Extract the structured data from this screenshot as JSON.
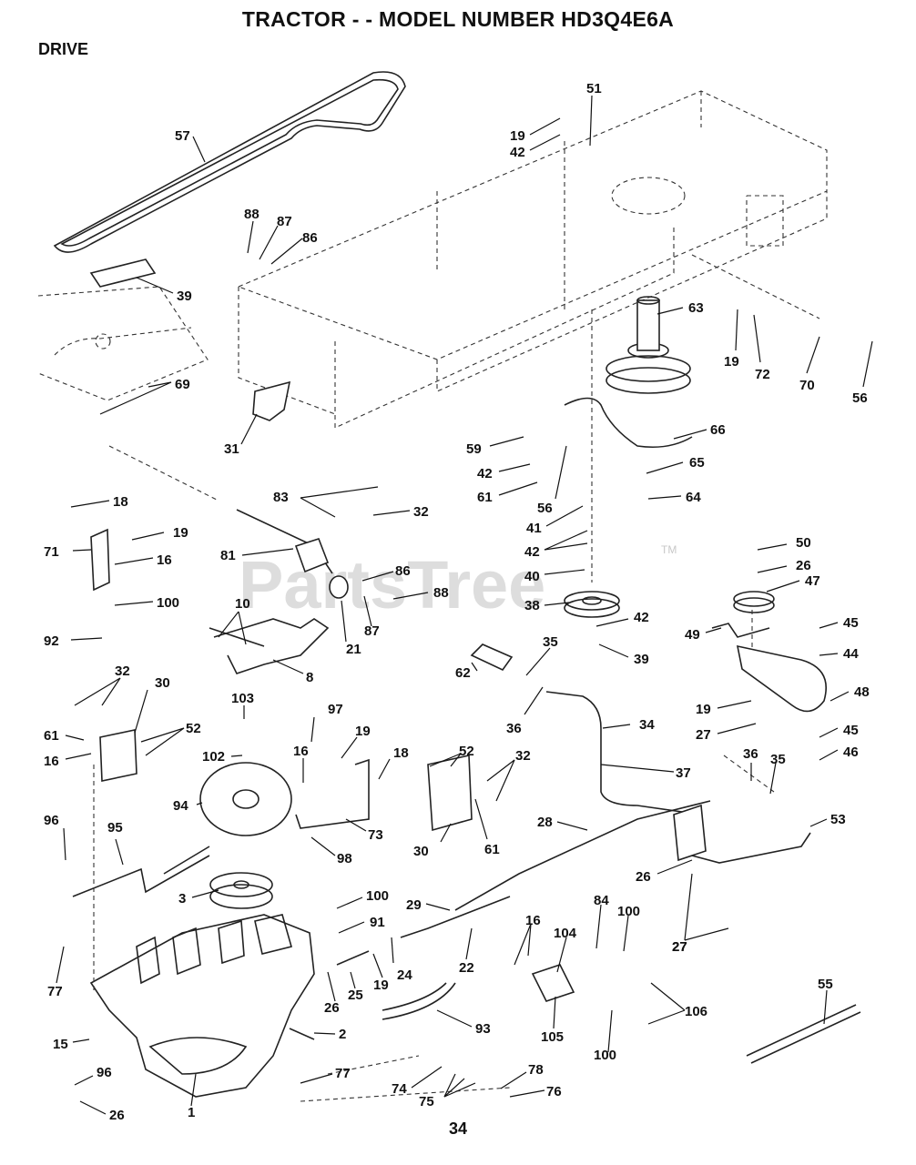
{
  "header": {
    "title": "TRACTOR - - MODEL NUMBER HD3Q4E6A",
    "section": "DRIVE"
  },
  "footer": {
    "page_number": "34"
  },
  "watermark": {
    "text": "PartsTree",
    "tm": "TM"
  },
  "callouts": [
    "57",
    "51",
    "19",
    "42",
    "88",
    "87",
    "86",
    "39",
    "69",
    "31",
    "63",
    "19",
    "72",
    "70",
    "56",
    "66",
    "59",
    "42",
    "61",
    "56",
    "65",
    "64",
    "41",
    "42",
    "40",
    "38",
    "42",
    "39",
    "18",
    "19",
    "71",
    "16",
    "100",
    "92",
    "83",
    "32",
    "81",
    "86",
    "88",
    "87",
    "10",
    "21",
    "8",
    "50",
    "26",
    "47",
    "49",
    "45",
    "44",
    "48",
    "19",
    "27",
    "45",
    "46",
    "32",
    "30",
    "52",
    "61",
    "16",
    "103",
    "102",
    "97",
    "19",
    "18",
    "16",
    "94",
    "73",
    "98",
    "62",
    "35",
    "36",
    "34",
    "52",
    "32",
    "30",
    "61",
    "37",
    "36",
    "35",
    "96",
    "95",
    "3",
    "28",
    "53",
    "26",
    "27",
    "29",
    "100",
    "91",
    "24",
    "19",
    "25",
    "26",
    "22",
    "84",
    "100",
    "16",
    "104",
    "77",
    "15",
    "2",
    "93",
    "105",
    "100",
    "106",
    "27",
    "55",
    "96",
    "26",
    "1",
    "77",
    "74",
    "75",
    "78",
    "76"
  ]
}
